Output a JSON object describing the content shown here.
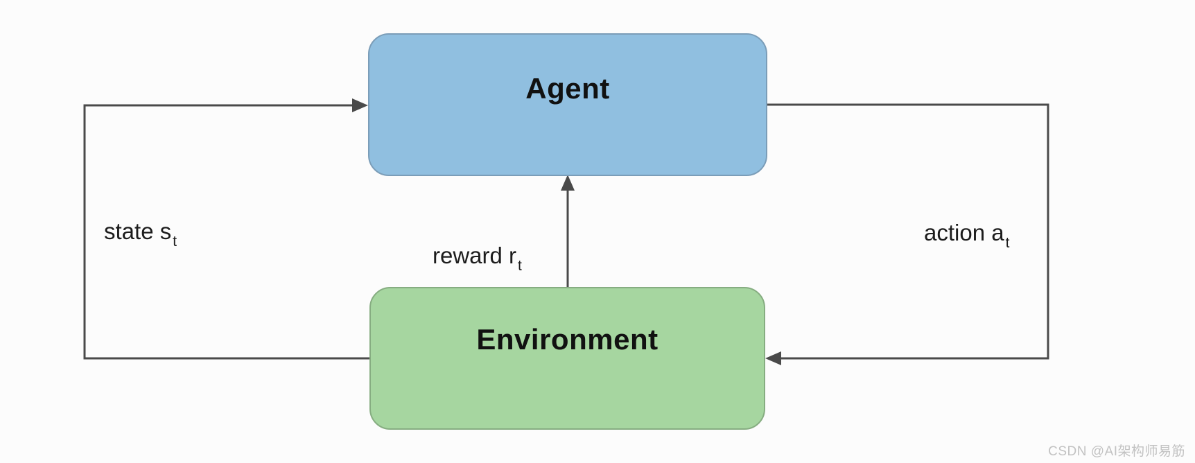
{
  "diagram": {
    "type": "reinforcement-learning-loop",
    "nodes": {
      "agent": {
        "label": "Agent"
      },
      "environment": {
        "label": "Environment"
      }
    },
    "edges": {
      "state": {
        "label": "state s",
        "subscript": "t",
        "from": "environment",
        "to": "agent"
      },
      "reward": {
        "label": "reward r",
        "subscript": "t",
        "from": "environment",
        "to": "agent"
      },
      "action": {
        "label": "action a",
        "subscript": "t",
        "from": "agent",
        "to": "environment"
      }
    }
  },
  "watermark": "CSDN @AI架构师易筋",
  "colors": {
    "agent_fill": "#90bfe0",
    "environment_fill": "#a6d6a0",
    "line": "#4a4a4a",
    "text": "#1c1c1c",
    "watermark": "#c2c2c2",
    "background": "#fcfcfc"
  }
}
